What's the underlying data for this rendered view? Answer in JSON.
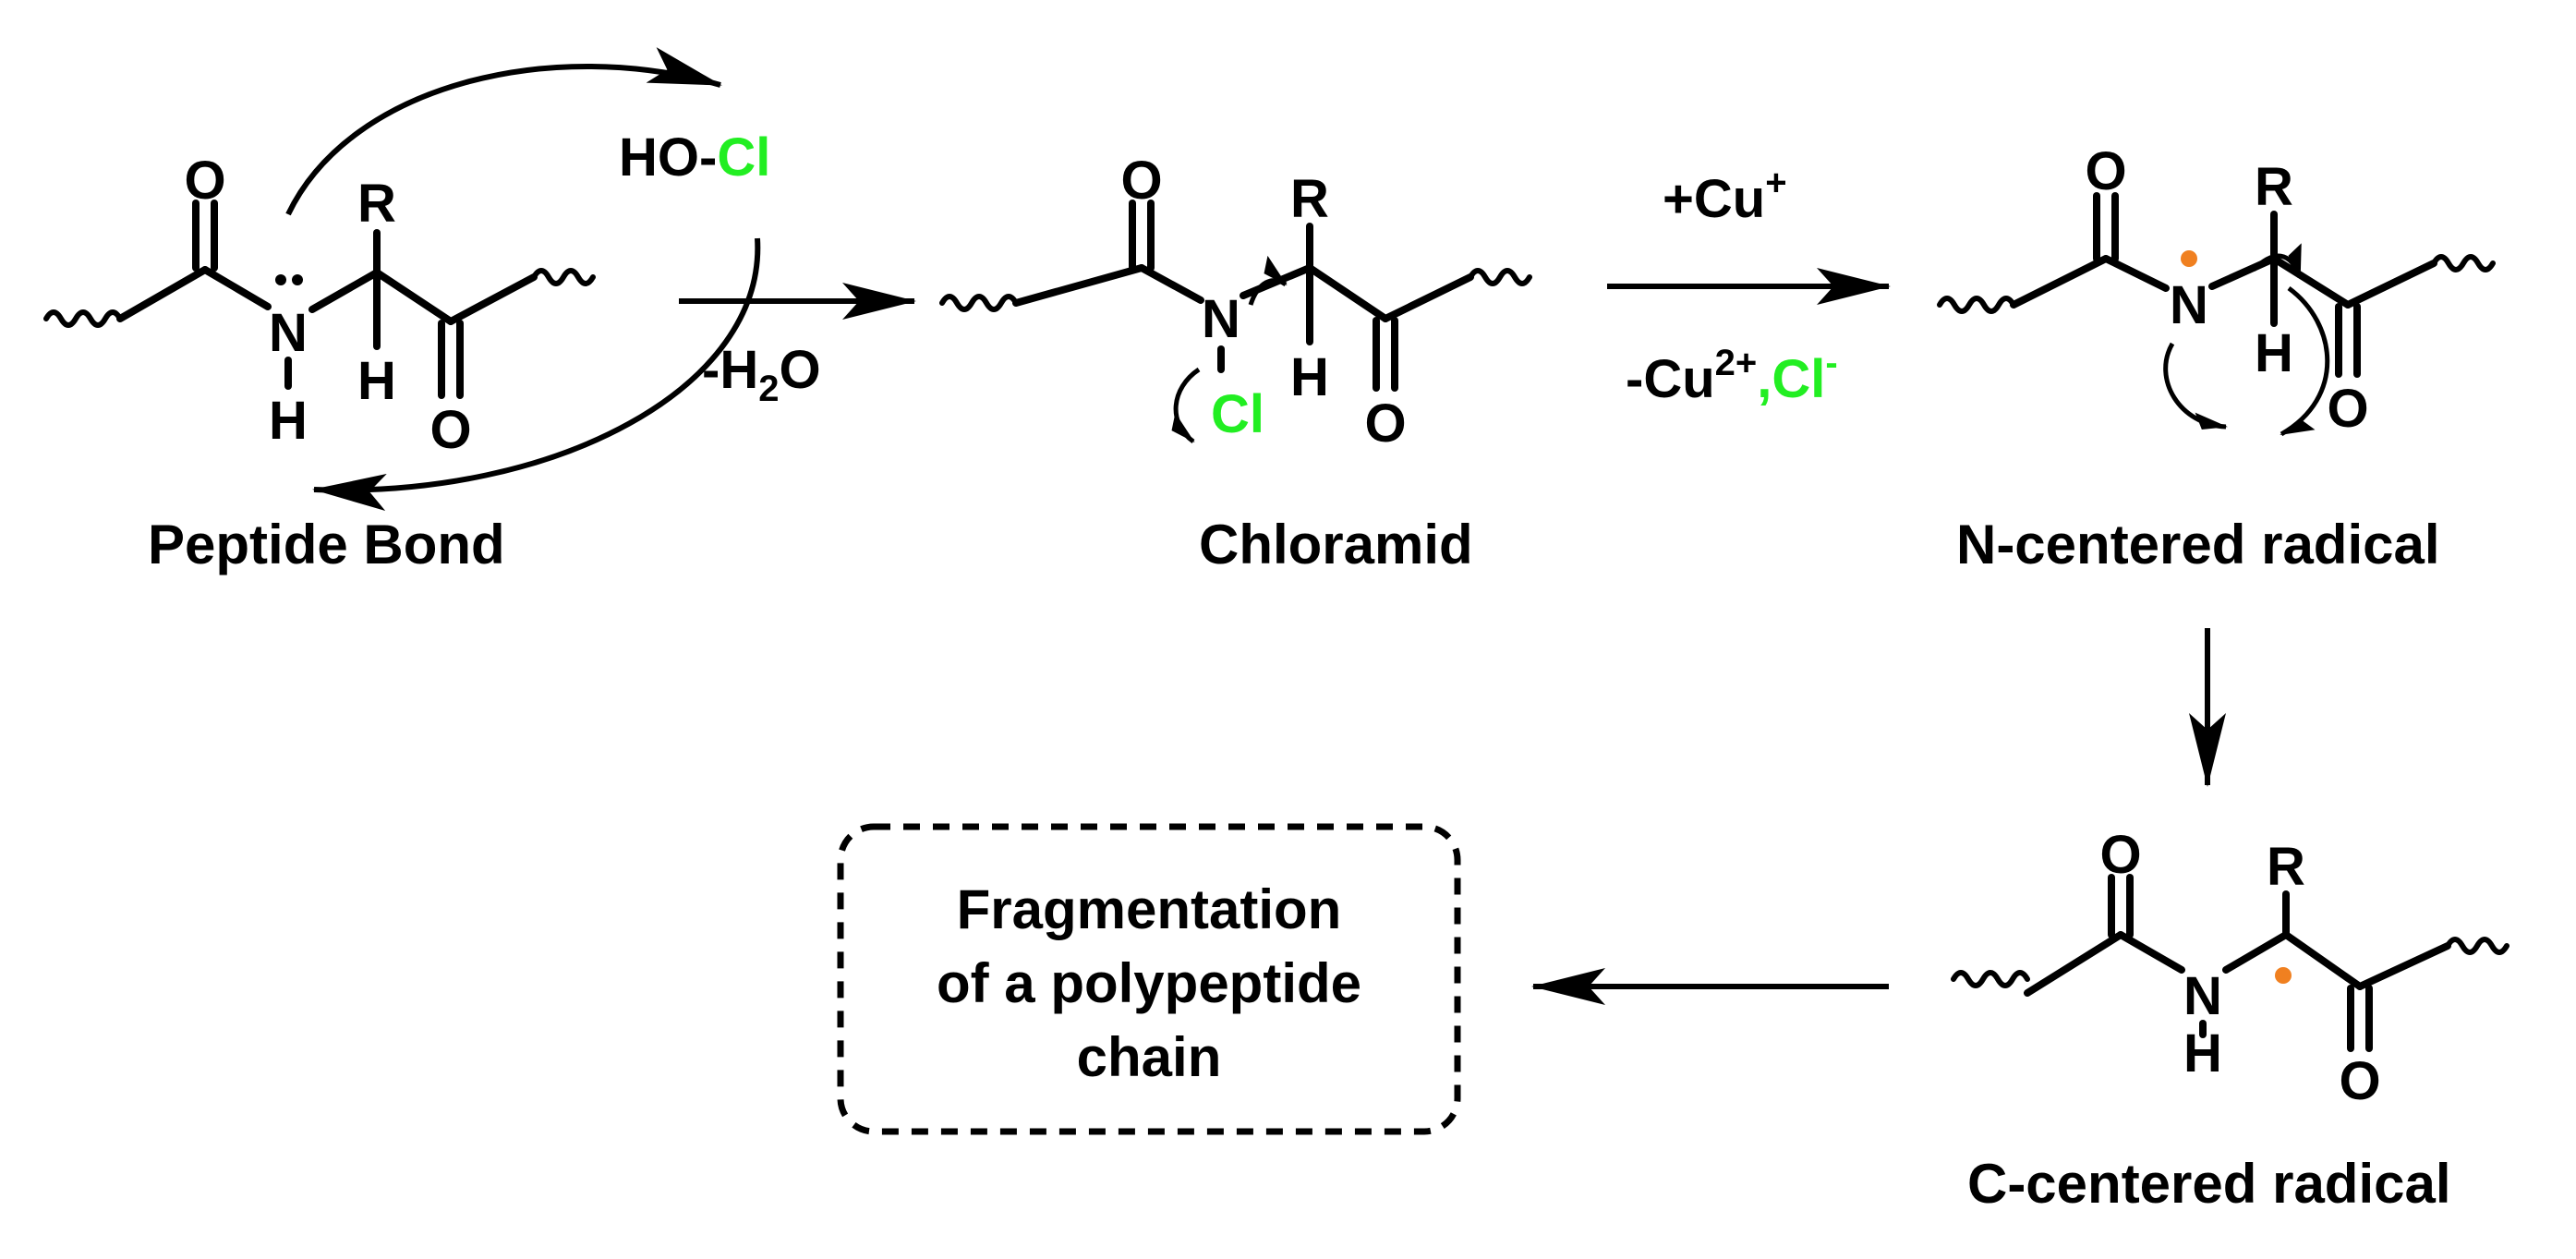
{
  "colors": {
    "ink": "#000000",
    "chlorine": "#22ee22",
    "radical": "#f08020"
  },
  "atoms": {
    "O": "O",
    "N": "N",
    "H": "H",
    "R": "R",
    "Cl": "Cl",
    "lone_pair": ":"
  },
  "reagents": {
    "hocl_prefix": "HO-",
    "hocl_cl": "Cl",
    "minus_water_prefix": "-H",
    "minus_water_sub": "2",
    "minus_water_suffix": "O",
    "plus_cu": "+Cu",
    "plus_cu_sup": "+",
    "minus_cu": "-Cu",
    "minus_cu_sup": "2+",
    "minus_cl": ",Cl",
    "minus_cl_sup": "-"
  },
  "labels": {
    "peptide": "Peptide Bond",
    "chloramid": "Chloramid",
    "n_radical": "N-centered radical",
    "c_radical": "C-centered radical"
  },
  "box": {
    "line1": "Fragmentation",
    "line2": "of a polypeptide",
    "line3": "chain"
  }
}
